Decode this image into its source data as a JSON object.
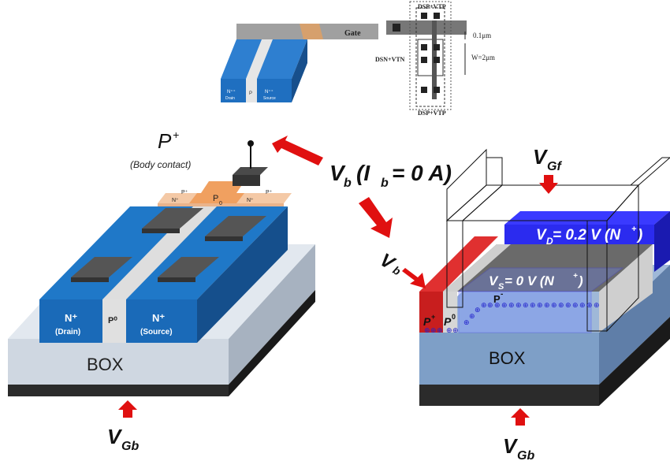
{
  "top_device": {
    "gate_label": "Gate",
    "drain_label": "N⁺⁺",
    "drain_sub": "Drain",
    "body_label": "P",
    "source_label": "N⁺⁺",
    "source_sub": "Source"
  },
  "layout_view": {
    "top_label": "DSP+VTP",
    "left_label": "DSN+VTN",
    "bottom_label": "DSP+VTP",
    "length_label": "0.1μm",
    "width_label": "W=2μm"
  },
  "left_device": {
    "body_contact_title": "P",
    "body_contact_sup": "+",
    "body_contact_sub": "(Body contact)",
    "strip_labels": {
      "p_plus_left": "P⁺",
      "p_plus_right": "P⁺",
      "n_plus_left": "N⁺",
      "n_plus_right": "N⁺",
      "p0_main": "P",
      "p0_sub": "0"
    },
    "drain_label": "N⁺",
    "drain_sub": "(Drain)",
    "channel_label": "P⁰",
    "source_label": "N⁺",
    "source_sub": "(Source)",
    "box_label": "BOX",
    "vgb_main": "V",
    "vgb_sub": "Gb"
  },
  "center": {
    "vb_main": "V",
    "vb_sub": "b",
    "ib_text": "(I",
    "ib_sub": "b",
    "ib_rest": "= 0 A)"
  },
  "right_device": {
    "vgf_main": "V",
    "vgf_sub": "Gf",
    "vd_main": "V",
    "vd_sub": "D",
    "vd_rest": " = 0.2 V (N",
    "vd_sup": "+",
    "vd_close": ")",
    "vs_main": "V",
    "vs_sub": "S",
    "vs_rest": " = 0 V (N",
    "vs_sup": "+",
    "vs_close": ")",
    "vb_main": "V",
    "vb_sub": "b",
    "p_minus": "P",
    "p_minus_sup": "-",
    "p_plus": "P",
    "p_plus_sup": "+",
    "p_zero": "P",
    "p_zero_sup": "0",
    "box_label": "BOX",
    "vgb_main": "V",
    "vgb_sub": "Gb",
    "hole_symbol": "⊕"
  },
  "colors": {
    "n_blue": "#1f78c8",
    "gate_gray": "#555555",
    "box_light": "#d4dce6",
    "box_dark": "#2b2b2b",
    "arrow_red": "#e01010",
    "contact_orange": "#f0a060",
    "vd_blue": "#2b2bef",
    "p_plus_red": "#c81e1e"
  }
}
